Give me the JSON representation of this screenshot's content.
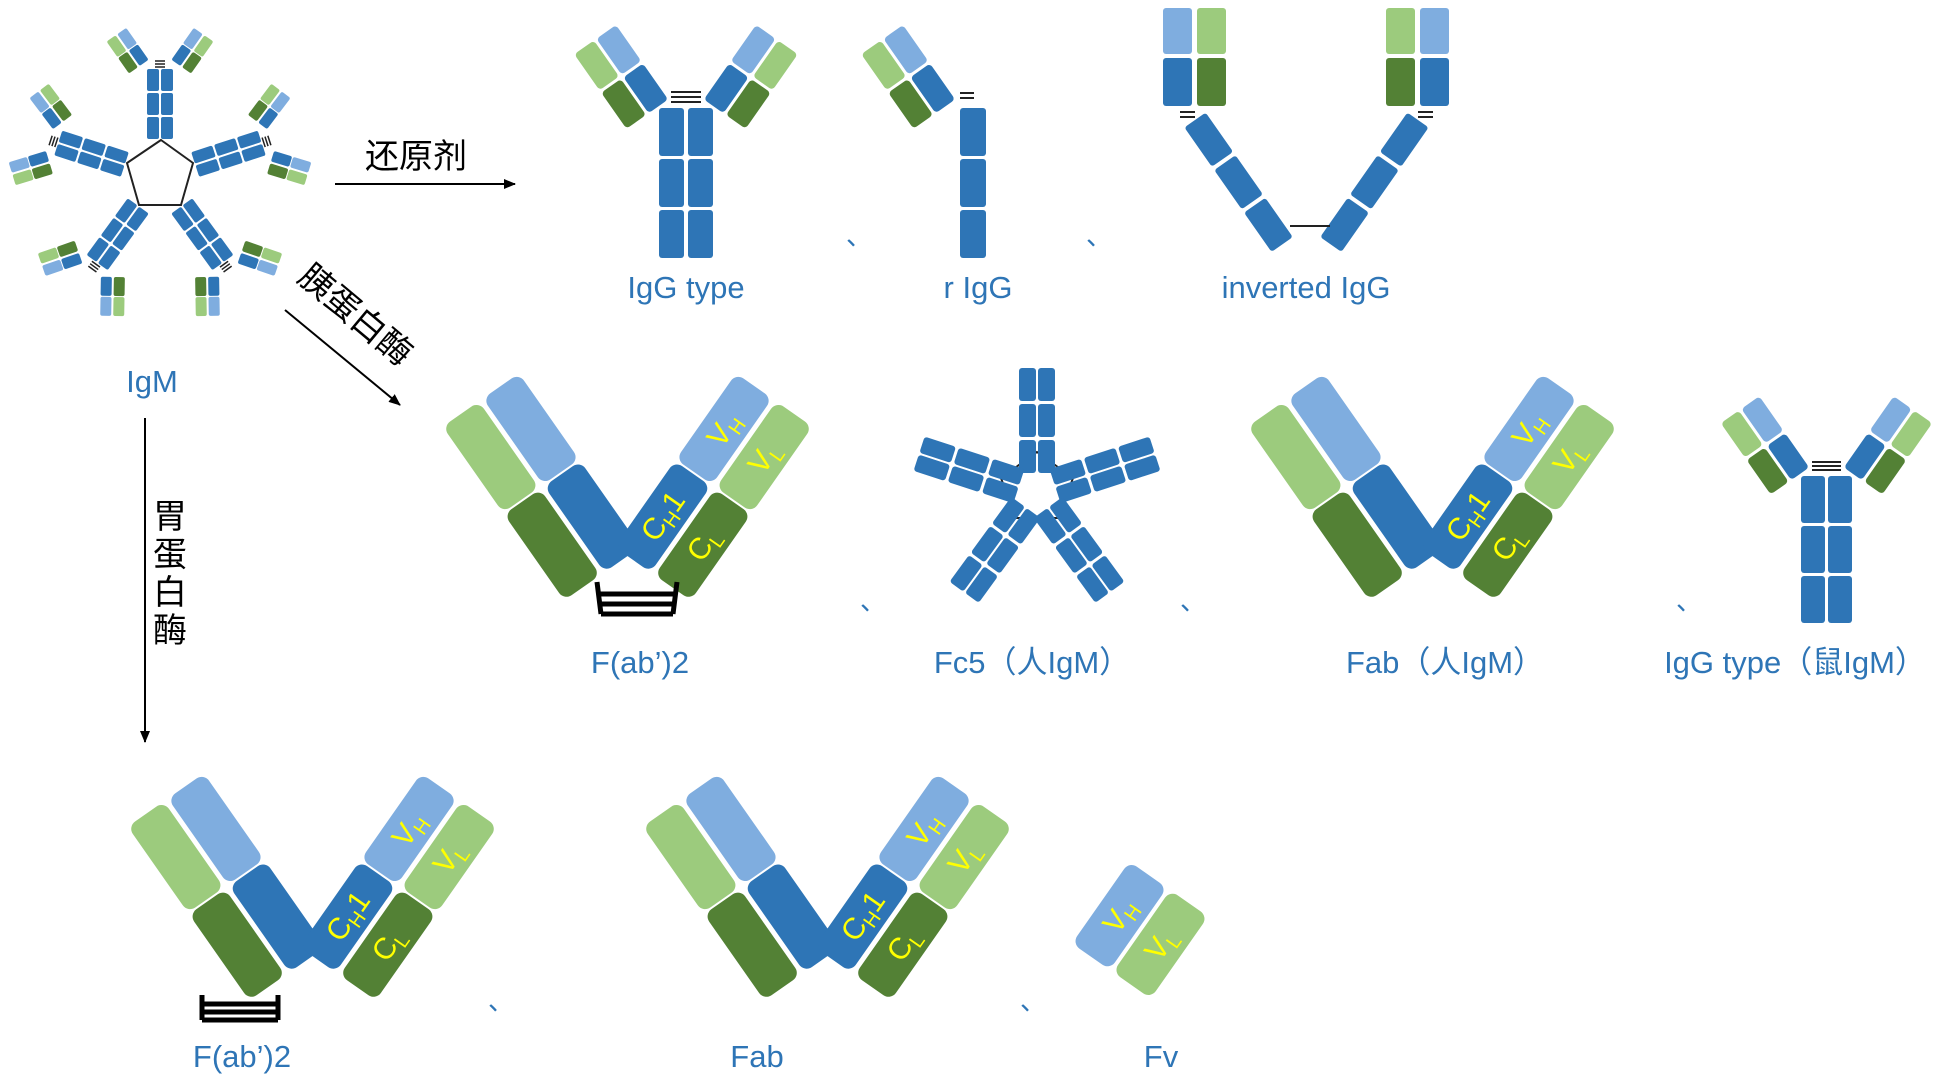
{
  "colors": {
    "heavy_dark": "#2e75b6",
    "heavy_light": "#7faddf",
    "light_dark": "#538135",
    "light_light": "#9ccb7d",
    "label": "#2e75b6",
    "domain_text": "#ffff00"
  },
  "arrows": {
    "reducing_agent": "还原剂",
    "trypsin": "胰蛋白酶",
    "pepsin": [
      "胃",
      "蛋",
      "白",
      "酶"
    ]
  },
  "labels": {
    "igm": "IgM",
    "igg_type": "IgG type",
    "r_igg": "r IgG",
    "inverted_igg": "inverted IgG",
    "fab2_trypsin": "F(ab’)2",
    "fc5": "Fc5（人IgM）",
    "fab_trypsin": "Fab（人IgM）",
    "igg_type_mouse": "IgG type（鼠IgM）",
    "fab2_pepsin": "F(ab’)2",
    "fab_pepsin": "Fab",
    "fv": "Fv"
  },
  "domains": {
    "vh": "V",
    "vh_sub": "H",
    "vl": "V",
    "vl_sub": "L",
    "ch1": "C",
    "ch1_sub": "H",
    "ch1_num": "1",
    "cl": "C",
    "cl_sub": "L"
  },
  "separator": "、"
}
